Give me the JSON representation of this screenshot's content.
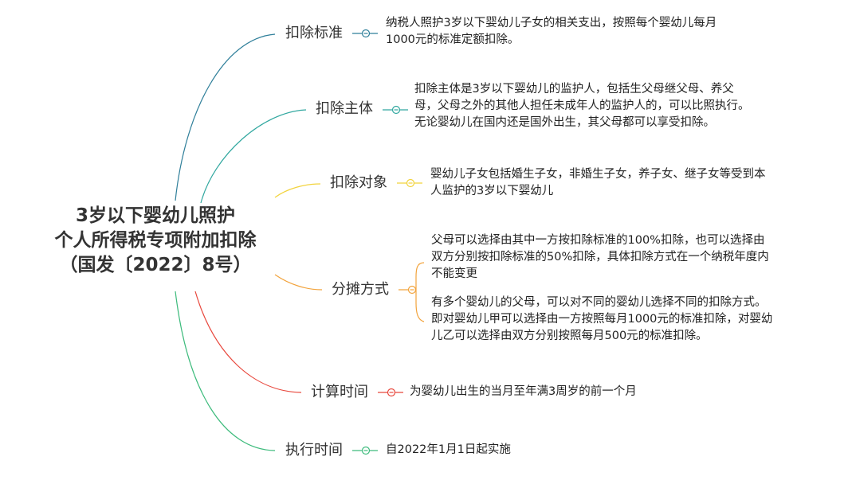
{
  "root": {
    "lines": [
      "3岁以下婴幼儿照护",
      "个人所得税专项附加扣除",
      "（国发〔2022〕8号）"
    ]
  },
  "branches": [
    {
      "label": "扣除标准",
      "color": "#2f7f9a",
      "leaves": [
        {
          "lines": [
            "纳税人照护3岁以下婴幼儿子女的相关支出，按照每个婴幼儿每月",
            "1000元的标准定额扣除。"
          ]
        }
      ]
    },
    {
      "label": "扣除主体",
      "color": "#32a8a0",
      "leaves": [
        {
          "lines": [
            "扣除主体是3岁以下婴幼儿的监护人，包括生父母继父母、养父",
            "母，父母之外的其他人担任未成年人的监护人的，可以比照执行。",
            "无论婴幼儿在国内还是国外出生，其父母都可以享受扣除。"
          ]
        }
      ]
    },
    {
      "label": "扣除对象",
      "color": "#f2d33c",
      "leaves": [
        {
          "lines": [
            "婴幼儿子女包括婚生子女，非婚生子女，养子女、继子女等受到本",
            "人监护的3岁以下婴幼儿"
          ]
        }
      ]
    },
    {
      "label": "分摊方式",
      "color": "#f2a33c",
      "leaves": [
        {
          "lines": [
            "父母可以选择由其中一方按扣除标准的100%扣除，也可以选择由",
            "双方分别按扣除标准的50%扣除，具体扣除方式在一个纳税年度内",
            "不能变更"
          ]
        },
        {
          "lines": [
            "有多个婴幼儿的父母，可以对不同的婴幼儿选择不同的扣除方式。",
            "即对婴幼儿甲可以选择由一方按照每月1000元的标准扣除，对婴幼",
            "儿乙可以选择由双方分别按照每月500元的标准扣除。"
          ]
        }
      ]
    },
    {
      "label": "计算时间",
      "color": "#e8473c",
      "leaves": [
        {
          "lines": [
            "为婴幼儿出生的当月至年满3周岁的前一个月"
          ]
        }
      ]
    },
    {
      "label": "执行时间",
      "color": "#3dbb7c",
      "leaves": [
        {
          "lines": [
            "自2022年1月1日起实施"
          ]
        }
      ]
    }
  ]
}
